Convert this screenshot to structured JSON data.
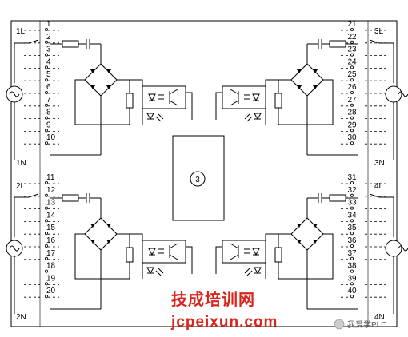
{
  "diagram": {
    "module_number": "3",
    "left_terminals": [
      "1",
      "2",
      "3",
      "4",
      "5",
      "6",
      "7",
      "8",
      "9",
      "10",
      "11",
      "12",
      "13",
      "14",
      "15",
      "16",
      "17",
      "18",
      "19",
      "20"
    ],
    "right_terminals": [
      "21",
      "22",
      "23",
      "24",
      "25",
      "26",
      "27",
      "28",
      "29",
      "30",
      "31",
      "32",
      "33",
      "34",
      "35",
      "36",
      "37",
      "38",
      "39",
      "40"
    ],
    "groups": {
      "top_left": {
        "line": "1L",
        "neutral": "1N"
      },
      "bottom_left": {
        "line": "2L",
        "neutral": "2N"
      },
      "top_right": {
        "line": "3L",
        "neutral": "3N"
      },
      "bottom_right": {
        "line": "4L",
        "neutral": "4N"
      }
    }
  },
  "watermark": {
    "title": "技成培训网",
    "url": "jcpeixun.com",
    "badge": "我爱学PLC"
  }
}
